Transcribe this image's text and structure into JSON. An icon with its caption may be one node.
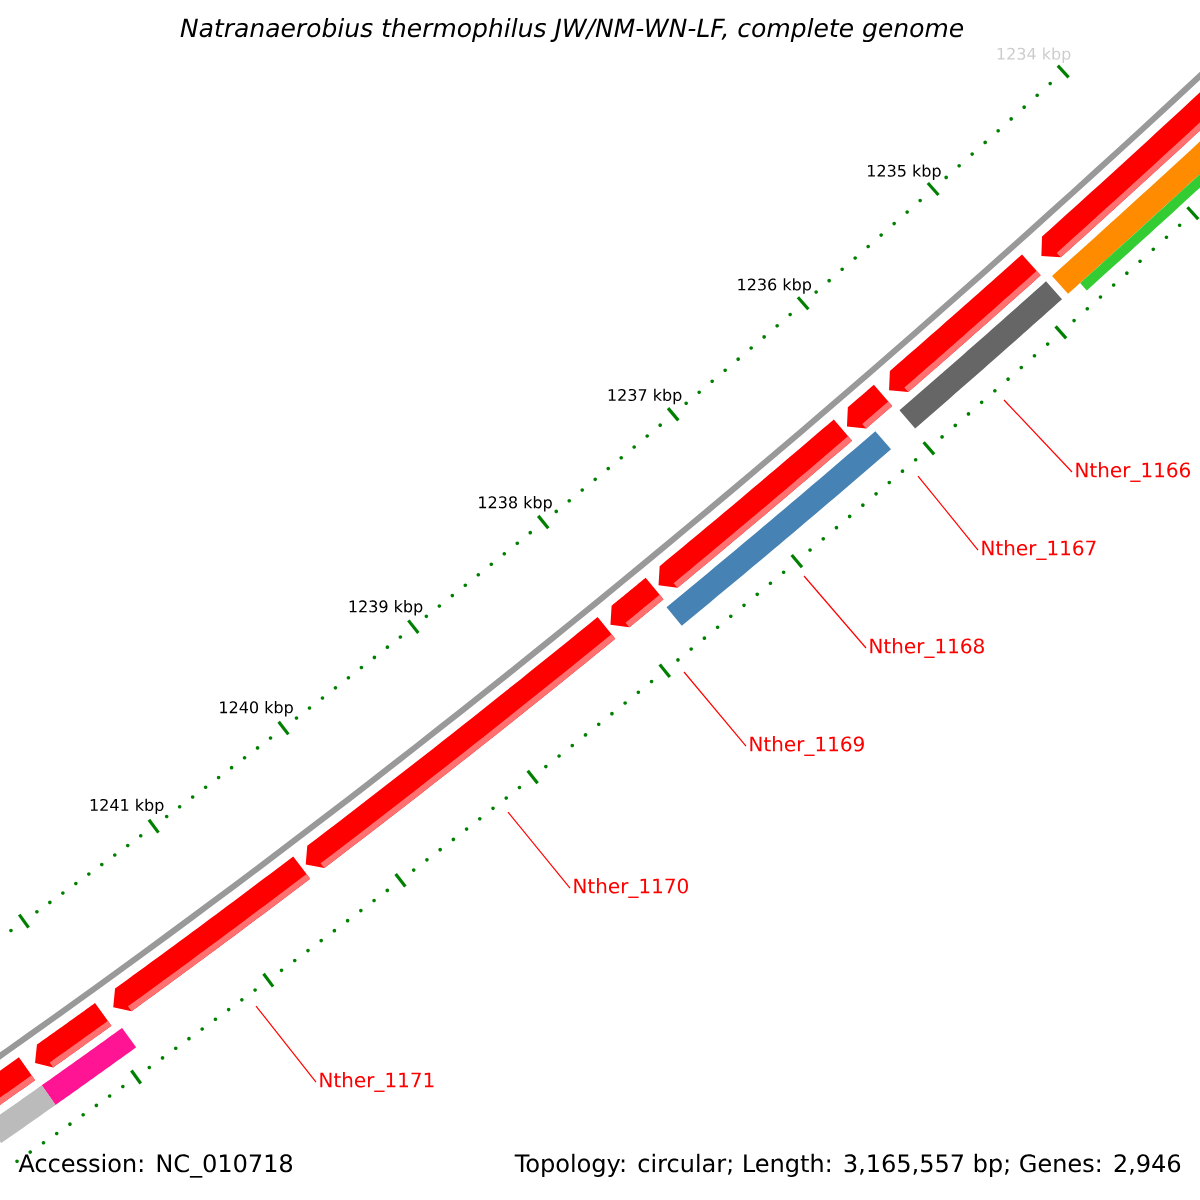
{
  "diagram": {
    "title": "Natranaerobius thermophilus JW/NM-WN-LF, complete genome",
    "nodes": [
      {
        "text": [
          "Nther_1166"
        ]
      },
      {
        "text": [
          "Nther_1167"
        ]
      },
      {
        "text": [
          "Nther_1168"
        ]
      },
      {
        "text": [
          "Nther_1169"
        ]
      },
      {
        "text": [
          "Nther_1170"
        ]
      },
      {
        "text": [
          "Nther_1171"
        ]
      }
    ],
    "edges": [
      {
        "from": 0,
        "to": null,
        "arrow": "none"
      },
      {
        "from": 1,
        "to": null,
        "arrow": "none"
      },
      {
        "from": 2,
        "to": null,
        "arrow": "none"
      },
      {
        "from": 3,
        "to": null,
        "arrow": "none"
      },
      {
        "from": 4,
        "to": null,
        "arrow": "none"
      },
      {
        "from": 5,
        "to": null,
        "arrow": "none"
      }
    ],
    "labels": [
      "1234 kbp",
      "1235 kbp",
      "1236 kbp",
      "1237 kbp",
      "1238 kbp",
      "1239 kbp",
      "1240 kbp",
      "1241 kbp",
      "Accession: NC_010718",
      "Topology: circular; Length: 3,165,557 bp; Genes: 2,946"
    ]
  }
}
